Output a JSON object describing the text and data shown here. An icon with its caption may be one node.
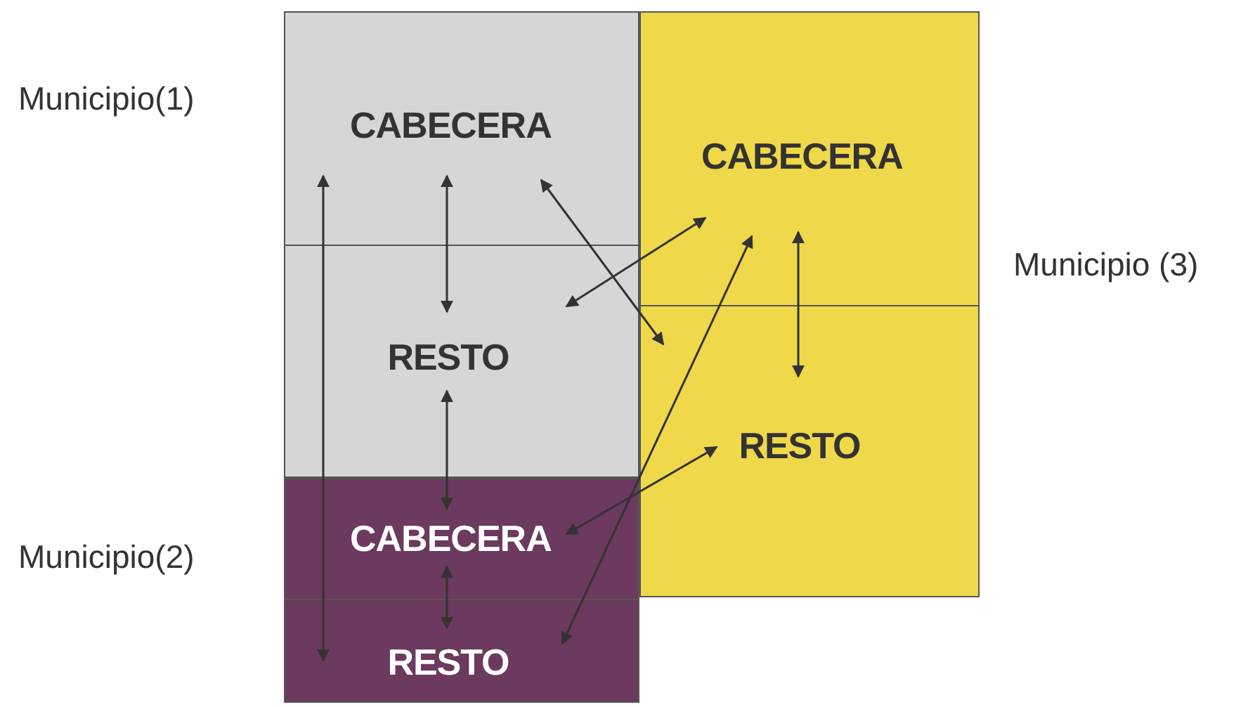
{
  "diagram": {
    "nodes": [
      {
        "text": [
          "Municipio(1)"
        ]
      },
      {
        "text": [
          "CABECERA"
        ],
        "in": 0
      },
      {
        "text": [
          "RESTO"
        ],
        "in": 0
      },
      {
        "text": [
          "Municipio (3)"
        ]
      },
      {
        "text": [
          "CABECERA"
        ],
        "in": 3
      },
      {
        "text": [
          "RESTO"
        ],
        "in": 3
      },
      {
        "text": [
          "Municipio(2)"
        ]
      },
      {
        "text": [
          "CABECERA"
        ],
        "in": 6
      },
      {
        "text": [
          "RESTO"
        ],
        "in": 6
      }
    ],
    "edges": [
      {
        "from": 1,
        "to": 8,
        "arrow": "both"
      },
      {
        "from": 1,
        "to": 2,
        "arrow": "both"
      },
      {
        "from": 1,
        "to": 5,
        "arrow": "both"
      },
      {
        "from": 2,
        "to": 4,
        "arrow": "both"
      },
      {
        "from": 4,
        "to": 5,
        "arrow": "both"
      },
      {
        "from": 2,
        "to": 7,
        "arrow": "both"
      },
      {
        "from": 7,
        "to": 8,
        "arrow": "both"
      },
      {
        "from": 7,
        "to": 5,
        "arrow": "both"
      },
      {
        "from": 8,
        "to": 4,
        "arrow": "both"
      }
    ]
  }
}
